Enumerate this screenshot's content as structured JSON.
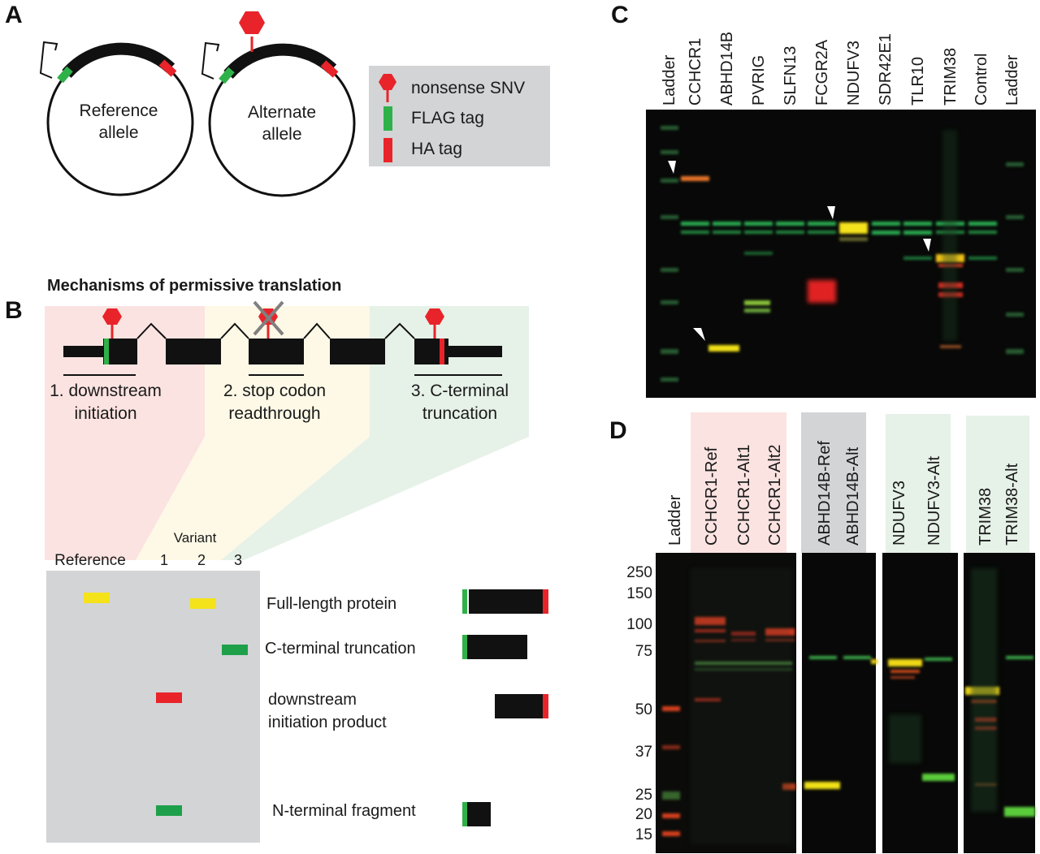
{
  "panel_labels": {
    "a": "A",
    "b": "B",
    "c": "C",
    "d": "D"
  },
  "panel_a": {
    "reference_line1": "Reference",
    "reference_line2": "allele",
    "alternate_line1": "Alternate",
    "alternate_line2": "allele",
    "legend": {
      "nonsense": "nonsense SNV",
      "flag": "FLAG tag",
      "ha": "HA tag"
    }
  },
  "panel_b": {
    "title": "Mechanisms of permissive translation",
    "mech1_line1": "1. downstream",
    "mech1_line2": "initiation",
    "mech2_line1": "2. stop codon",
    "mech2_line2": "readthrough",
    "mech3_line1": "3. C-terminal",
    "mech3_line2": "truncation",
    "variant_header": "Variant",
    "reference_header": "Reference",
    "variant_numbers": [
      "1",
      "2",
      "3"
    ],
    "products": {
      "full_length": "Full-length protein",
      "c_terminal": "C-terminal truncation",
      "downstream_line1": "downstream",
      "downstream_line2": "initiation product",
      "n_terminal": "N-terminal fragment"
    }
  },
  "panel_c": {
    "lanes": [
      "Ladder",
      "CCHCR1",
      "ABHD14B",
      "PVRIG",
      "SLFN13",
      "FCGR2A",
      "NDUFV3",
      "SDR42E1",
      "TLR10",
      "TRIM38",
      "Control",
      "Ladder"
    ]
  },
  "panel_d": {
    "lanes": [
      "Ladder",
      "CCHCR1-Ref",
      "CCHCR1-Alt1",
      "CCHCR1-Alt2",
      "ABHD14B-Ref",
      "ABHD14B-Alt",
      "NDUFV3",
      "NDUFV3-Alt",
      "TRIM38",
      "TRIM38-Alt"
    ],
    "mw_markers": [
      "250",
      "150",
      "100",
      "75",
      "50",
      "37",
      "25",
      "20",
      "15"
    ]
  },
  "colors": {
    "nonsense_red": "#e8242a",
    "flag_green": "#2fb14a",
    "ha_red": "#e8242a",
    "legend_bg": "#d3d4d6",
    "mech1_bg": "#fbe3e1",
    "mech2_bg": "#fdf9e6",
    "mech3_bg": "#e6f1e8",
    "blot_bg": "#070807",
    "yellow_band": "#f4e21a"
  }
}
